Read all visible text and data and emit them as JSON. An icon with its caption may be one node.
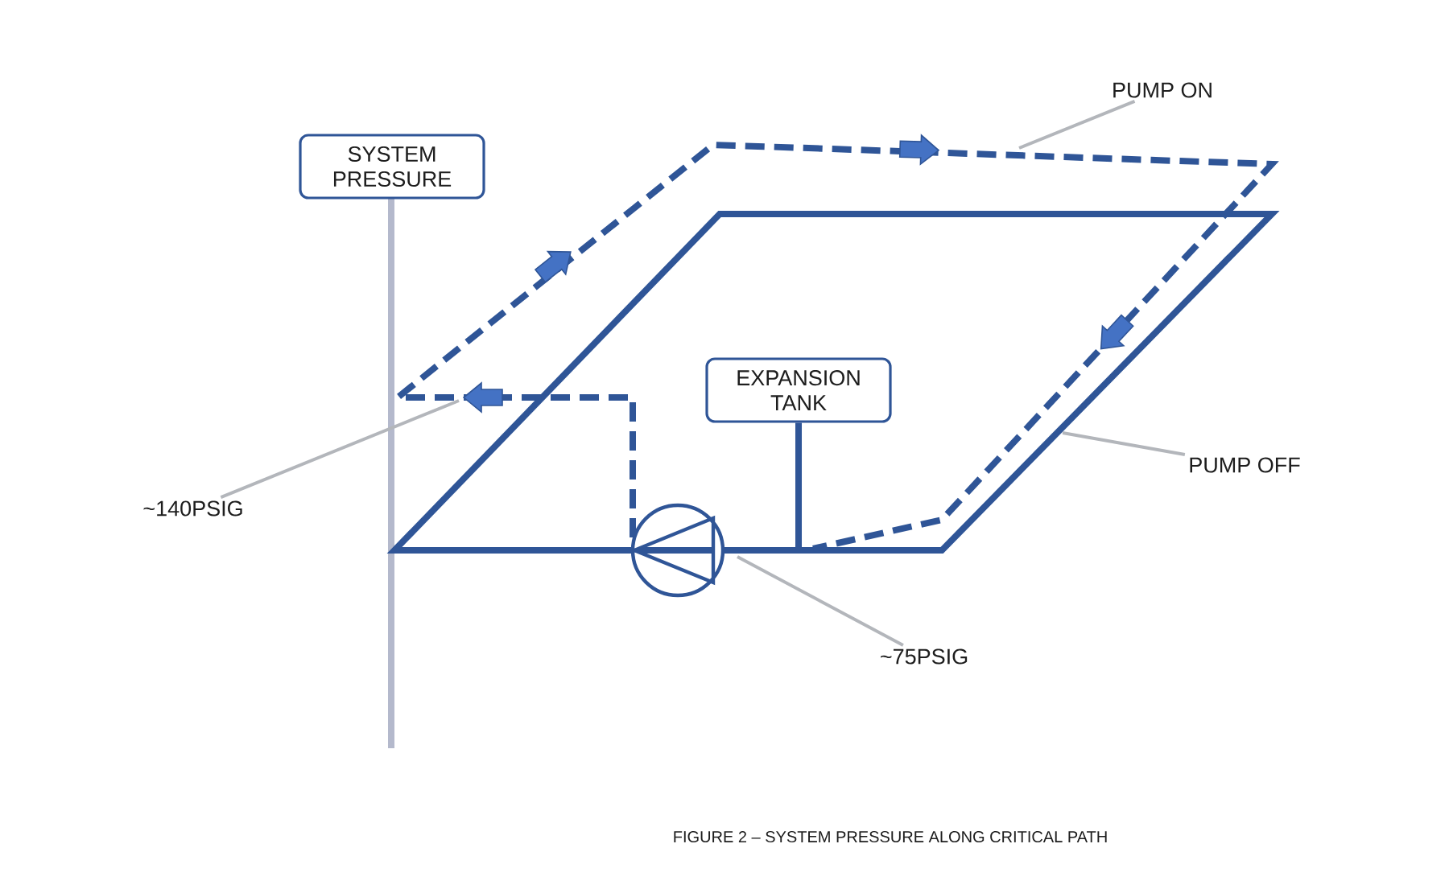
{
  "diagram": {
    "caption": "FIGURE 2 – SYSTEM PRESSURE ALONG CRITICAL PATH",
    "nodes": [
      {
        "text": [
          "PUMP ON"
        ]
      },
      {
        "text": [
          "SYSTEM PRESSURE"
        ]
      },
      {
        "text": [
          "EXPANSION TANK"
        ]
      },
      {
        "text": [
          "PUMP OFF"
        ]
      },
      {
        "text": [
          "~140PSIG"
        ]
      },
      {
        "text": [
          "~75PSIG"
        ]
      }
    ],
    "edges": [
      {
        "from": 0,
        "to": null,
        "arrow": "none"
      },
      {
        "from": 2,
        "to": null,
        "arrow": "none",
        "style": "thick",
        "color": "#2f5597"
      },
      {
        "from": 3,
        "to": null,
        "arrow": "none"
      },
      {
        "from": 4,
        "to": null,
        "arrow": "none"
      },
      {
        "from": 5,
        "to": null,
        "arrow": "none"
      }
    ]
  }
}
